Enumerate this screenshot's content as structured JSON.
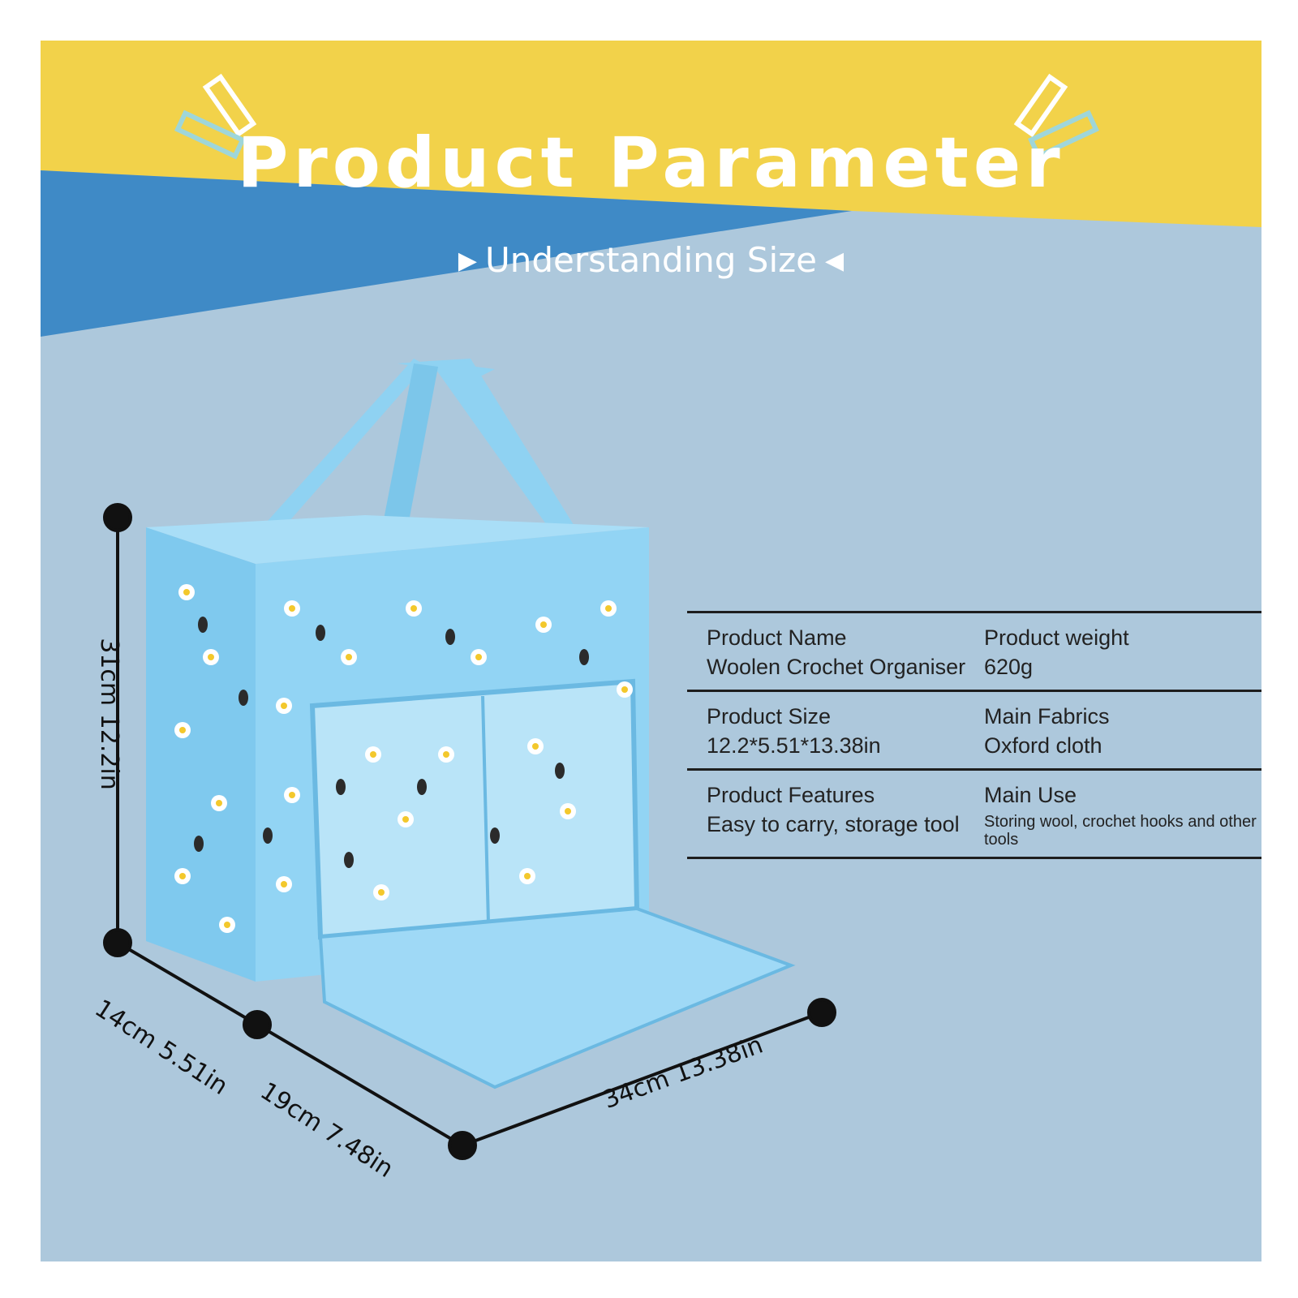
{
  "banner": {
    "title": "Product Parameter",
    "subtitle": "Understanding Size",
    "left_arrow_icon": "triangle-right-icon",
    "right_arrow_icon": "triangle-left-icon"
  },
  "colors": {
    "background": "#adc8dc",
    "yellow": "#f2d24a",
    "blue": "#3f8ac6",
    "bag": "#8fd2f2"
  },
  "dimensions": {
    "height": "31cm 12.2in",
    "depth": "14cm 5.51in",
    "flap": "19cm 7.48in",
    "length": "34cm 13.38in"
  },
  "specs": [
    {
      "left": {
        "label": "Product Name",
        "value": "Woolen Crochet Organiser"
      },
      "right": {
        "label": "Product weight",
        "value": "620g"
      }
    },
    {
      "left": {
        "label": "Product Size",
        "value": "12.2*5.51*13.38in"
      },
      "right": {
        "label": "Main Fabrics",
        "value": "Oxford cloth"
      }
    },
    {
      "left": {
        "label": "Product Features",
        "value": "Easy to carry, storage tool"
      },
      "right": {
        "label": "Main Use",
        "value": "Storing wool, crochet hooks and other tools"
      }
    }
  ]
}
